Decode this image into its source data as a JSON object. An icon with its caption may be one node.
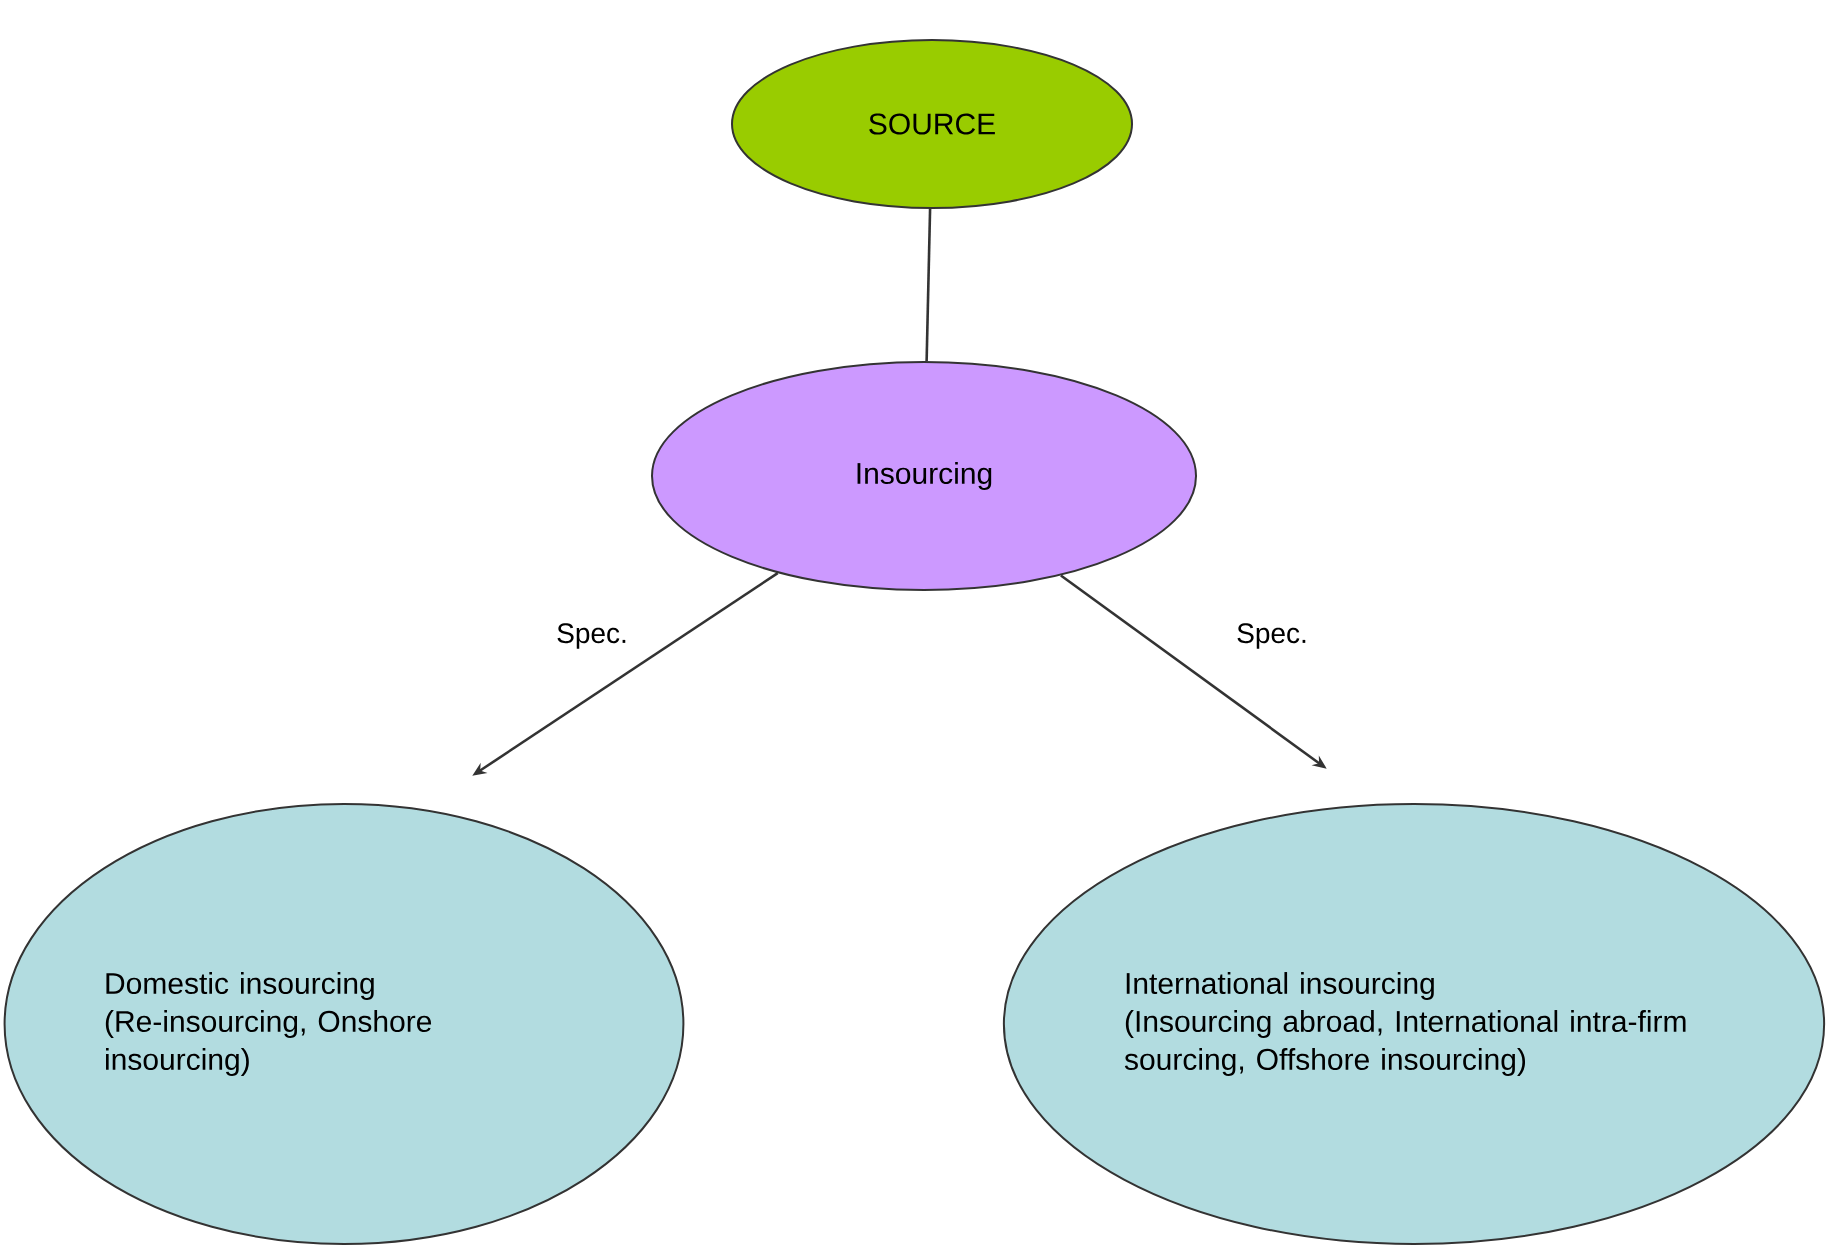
{
  "diagram": {
    "nodes": [
      {
        "text": [
          "SOURCE"
        ]
      },
      {
        "text": [
          "Insourcing"
        ]
      },
      {
        "text": [
          "Domestic insourcing",
          "(Re-insourcing, Onshore insourcing)"
        ]
      },
      {
        "text": [
          "International insourcing",
          "(Insourcing abroad, International intra-firm sourcing, Offshore insourcing)"
        ]
      }
    ],
    "edges": [
      {
        "from": 0,
        "to": 1,
        "arrow": "none"
      },
      {
        "from": 1,
        "to": 2,
        "arrow": "to",
        "label": "Spec."
      },
      {
        "from": 1,
        "to": 3,
        "arrow": "to",
        "label": "Spec."
      }
    ]
  }
}
